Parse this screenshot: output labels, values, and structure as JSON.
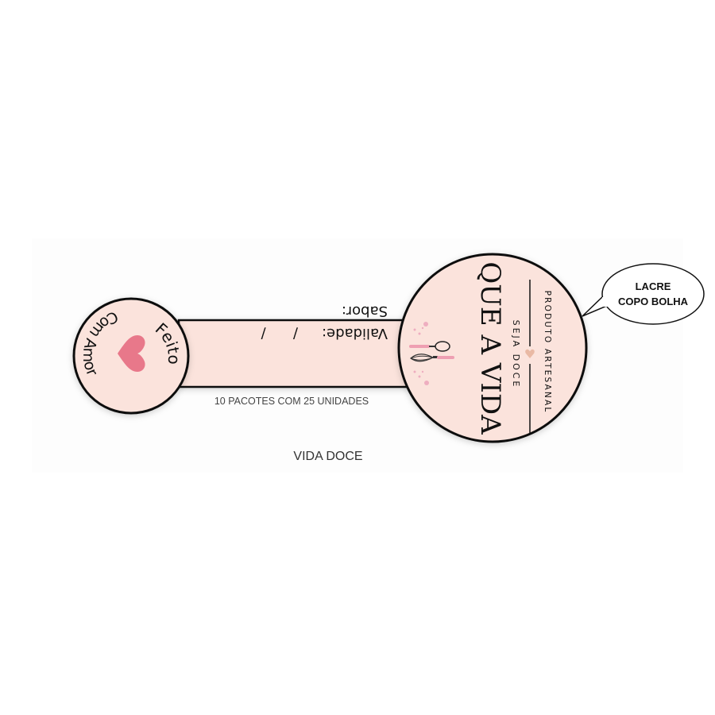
{
  "colors": {
    "label_fill": "#fbe3dc",
    "outline": "#111111",
    "heart": "#e8788a",
    "accent_heart": "#e9b9a4",
    "utensil_pink": "#ee9fb2"
  },
  "bubble": {
    "line1": "LACRE",
    "line2": "COPO BOLHA"
  },
  "main_seal": {
    "title": "QUE A VIDA",
    "subtitle": "SEJA DOCE",
    "tagline": "PRODUTO ARTESANAL"
  },
  "strip": {
    "validity_label": "Validade:",
    "date_slashes": "/      /",
    "flavor_label": "Sabor:",
    "quantity": "10 PACOTES COM 25 UNIDADES"
  },
  "small_seal": {
    "top_text": "Feito",
    "arc_text": "Com Amor"
  },
  "brand": "VIDA DOCE"
}
